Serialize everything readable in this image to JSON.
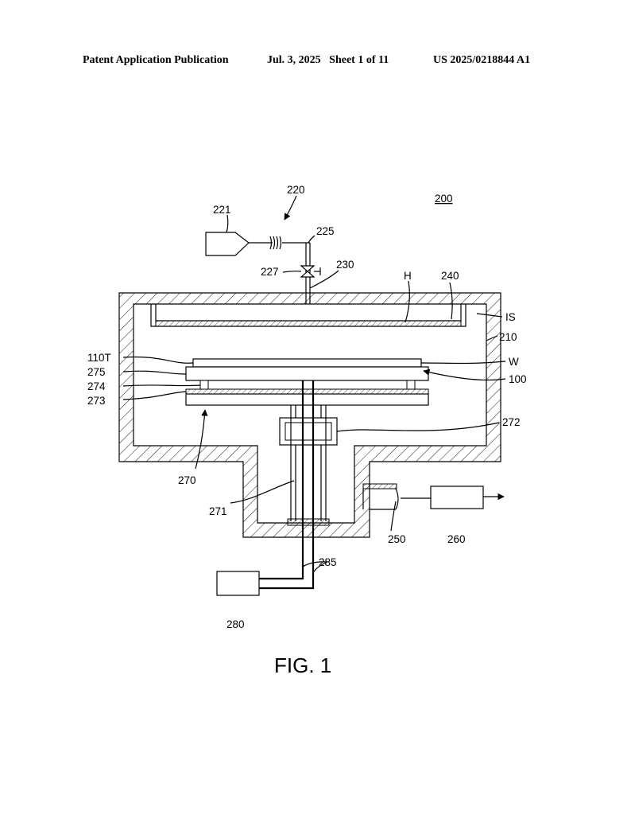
{
  "header": {
    "publication": "Patent Application Publication",
    "date_sheet": "Jul. 3, 2025   Sheet 1 of 11",
    "number": "US 2025/0218844 A1"
  },
  "figure": {
    "caption": "FIG. 1",
    "labels": {
      "l200": "200",
      "l220": "220",
      "l221": "221",
      "l225": "225",
      "l227": "227",
      "l230": "230",
      "lH": "H",
      "l240": "240",
      "lIS": "IS",
      "l210": "210",
      "l110T": "110T",
      "lW": "W",
      "l275": "275",
      "l100": "100",
      "l274": "274",
      "l273": "273",
      "l272": "272",
      "l270": "270",
      "l271": "271",
      "l250": "250",
      "l260": "260",
      "l285": "285",
      "l280": "280"
    }
  }
}
